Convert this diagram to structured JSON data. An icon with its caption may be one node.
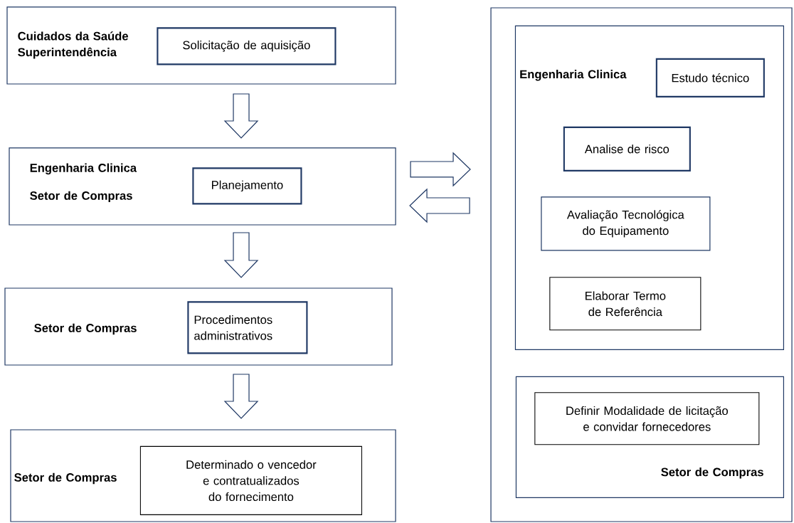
{
  "diagram": {
    "nodes": [
      {
        "text": [
          "Cuidados da Saúde Superintendência"
        ]
      },
      {
        "text": [
          "Solicitação de aquisição"
        ],
        "in": 0
      },
      {
        "text": [
          "Engenharia Clinica",
          "Setor de Compras"
        ]
      },
      {
        "text": [
          "Planejamento"
        ],
        "in": 2
      },
      {
        "text": [
          "Setor de Compras"
        ]
      },
      {
        "text": [
          "Procedimentos administrativos"
        ],
        "in": 4
      },
      {
        "text": [
          "Setor de Compras"
        ]
      },
      {
        "text": [
          "Determinado o vencedor e contratualizados do fornecimento"
        ],
        "in": 6
      },
      {
        "text": [],
        "shape": "box"
      },
      {
        "text": [
          "Engenharia Clinica"
        ],
        "in": 8
      },
      {
        "text": [
          "Estudo técnico"
        ],
        "in": 9
      },
      {
        "text": [
          "Analise de risco"
        ],
        "in": 9
      },
      {
        "text": [
          "Avaliação Tecnológica do Equipamento"
        ],
        "in": 9
      },
      {
        "text": [
          "Elaborar Termo de Referência"
        ],
        "in": 9
      },
      {
        "text": [
          "Setor de Compras"
        ],
        "in": 8
      },
      {
        "text": [
          "Definir Modalidade de licitação e convidar fornecedores"
        ],
        "in": 14
      }
    ],
    "edges": [
      {
        "from": 0,
        "to": 2,
        "arrow": "to"
      },
      {
        "from": 2,
        "to": 4,
        "arrow": "to"
      },
      {
        "from": 4,
        "to": 6,
        "arrow": "to"
      },
      {
        "from": 2,
        "to": 8,
        "arrow": "to"
      },
      {
        "from": 8,
        "to": 2,
        "arrow": "to"
      }
    ]
  }
}
